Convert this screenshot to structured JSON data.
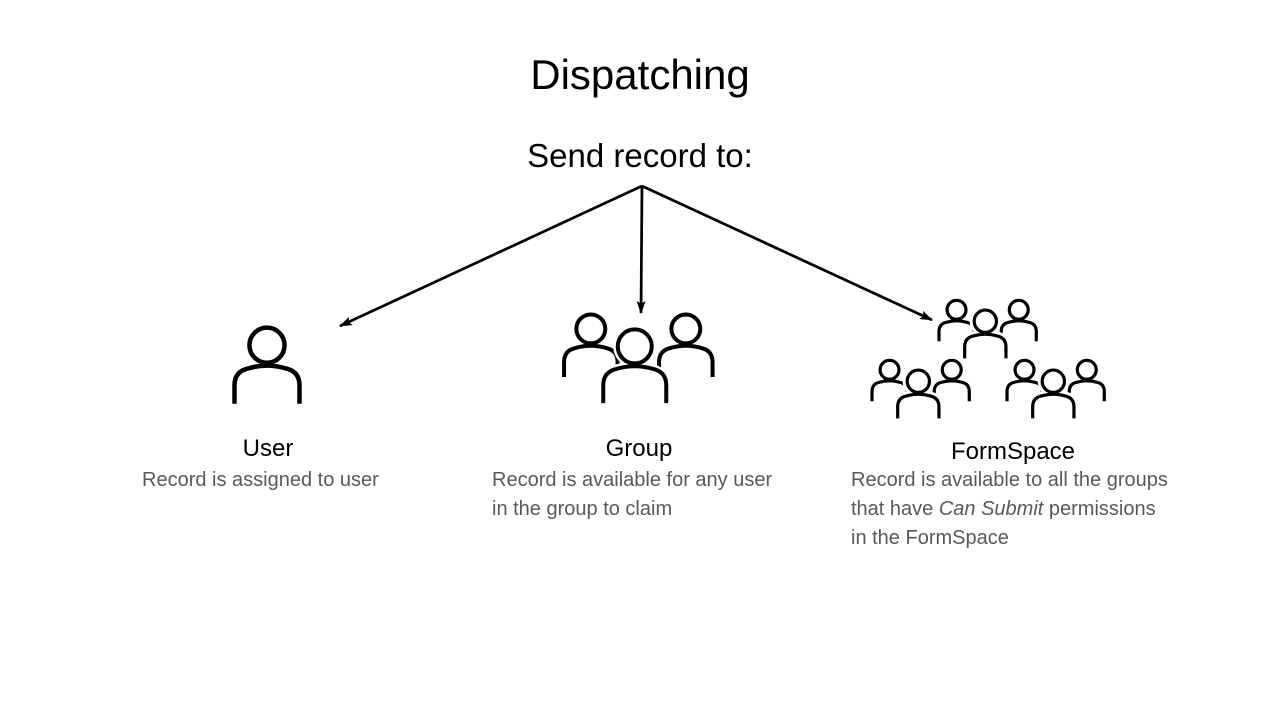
{
  "slide": {
    "title": "Dispatching",
    "subtitle": "Send record to:",
    "colors": {
      "text": "#000000",
      "muted_text": "#595959",
      "background": "#ffffff",
      "line": "#000000"
    },
    "arrows": [
      {
        "from": "Send record to:",
        "to": "User"
      },
      {
        "from": "Send record to:",
        "to": "Group"
      },
      {
        "from": "Send record to:",
        "to": "FormSpace"
      }
    ]
  },
  "options": [
    {
      "label": "User",
      "icon": "user-icon",
      "desc1": "Record is assigned to user"
    },
    {
      "label": "Group",
      "icon": "group-icon",
      "desc1": "Record is available for any user",
      "desc2": "in the group to claim"
    },
    {
      "label": "FormSpace",
      "icon": "formspace-icon",
      "desc1": "Record is available to all the groups",
      "desc2_pre": "that have ",
      "desc2_italic": "Can Submit",
      "desc2_post": " permissions",
      "desc3": "in the FormSpace"
    }
  ]
}
